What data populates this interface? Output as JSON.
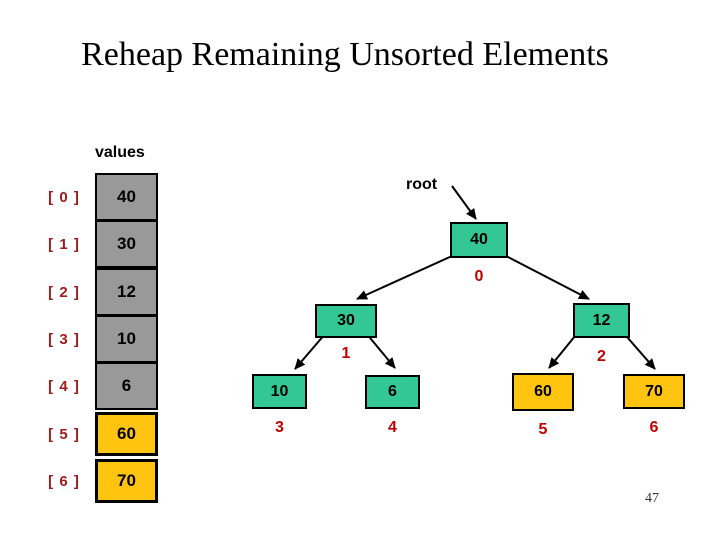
{
  "title": "Reheap Remaining Unsorted Elements",
  "page_number": "47",
  "colors": {
    "gray": "#999999",
    "gold": "#FFC410",
    "green": "#33C796",
    "maroon": "#9E1B1E",
    "red": "#C00000"
  },
  "array": {
    "label": "values",
    "items": [
      {
        "index_label": "[ 0 ]",
        "value": "40",
        "state": "unsorted"
      },
      {
        "index_label": "[ 1 ]",
        "value": "30",
        "state": "unsorted"
      },
      {
        "index_label": "[ 2 ]",
        "value": "12",
        "state": "unsorted"
      },
      {
        "index_label": "[ 3 ]",
        "value": "10",
        "state": "unsorted"
      },
      {
        "index_label": "[ 4 ]",
        "value": "6",
        "state": "unsorted"
      },
      {
        "index_label": "[ 5 ]",
        "value": "60",
        "state": "sorted"
      },
      {
        "index_label": "[ 6 ]",
        "value": "70",
        "state": "sorted"
      }
    ]
  },
  "tree": {
    "root_label": "root",
    "nodes": [
      {
        "value": "40",
        "index": "0",
        "state": "heap"
      },
      {
        "value": "30",
        "index": "1",
        "state": "heap"
      },
      {
        "value": "12",
        "index": "2",
        "state": "heap"
      },
      {
        "value": "10",
        "index": "3",
        "state": "heap"
      },
      {
        "value": "6",
        "index": "4",
        "state": "heap"
      },
      {
        "value": "60",
        "index": "5",
        "state": "sorted"
      },
      {
        "value": "70",
        "index": "6",
        "state": "sorted"
      }
    ]
  }
}
